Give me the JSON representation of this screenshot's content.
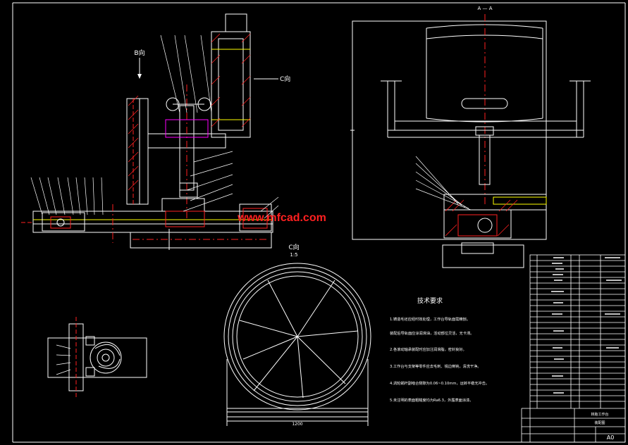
{
  "drawing": {
    "watermark": "www.mfcad.com",
    "view_c_label": "C向",
    "view_c_scale": "1:5",
    "view_b_label": "B向",
    "section_a_label": "A — A",
    "c_arrow_label": "C向",
    "dim_bottom": "1200",
    "tech_req": {
      "title": "技术要求",
      "items": [
        "1.铸造毛坯应经时效处理，工作台导轨面需精刨。",
        "  装配后导轨面应涂润滑油，活动部位灵活，无卡滞。",
        "2.各滚动轴承装配时应加注润滑脂，密封良好。",
        "3.工作台与支架等零件应去毛刺、锐边倒钝，清洗干净。",
        "4.涡轮蜗杆副啮合侧隙为0.06~0.10mm，运转平稳无冲击。",
        "5.未注明的表面粗糙度均为Ra6.3，外露表面涂漆。"
      ]
    },
    "title_block": {
      "name": "转胎工作台",
      "sub": "装配图",
      "size": "A0"
    }
  },
  "colors": {
    "line": "#ffffff",
    "yellow": "#ffff00",
    "red": "#ff2020",
    "cyan": "#00ffff",
    "green": "#00ff00",
    "magenta": "#ff00ff"
  }
}
